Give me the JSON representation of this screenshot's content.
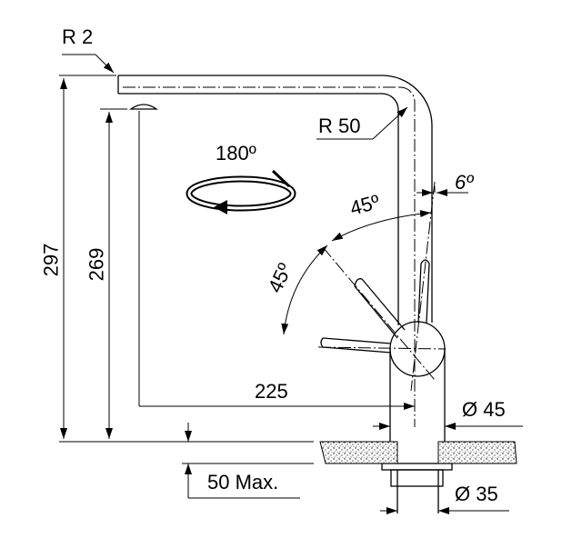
{
  "title": "Faucet dimension drawing",
  "labels": {
    "r2": "R 2",
    "r50": "R 50",
    "rotation": "180º",
    "tilt": "6º",
    "angle_upper": "45º",
    "angle_lower": "45º",
    "total_height": "297",
    "spout_height": "269",
    "reach": "225",
    "body_diameter": "Ø 45",
    "hole_diameter": "Ø 35",
    "max_thickness": "50 Max."
  },
  "colors": {
    "line": "#000000",
    "background": "#ffffff"
  }
}
